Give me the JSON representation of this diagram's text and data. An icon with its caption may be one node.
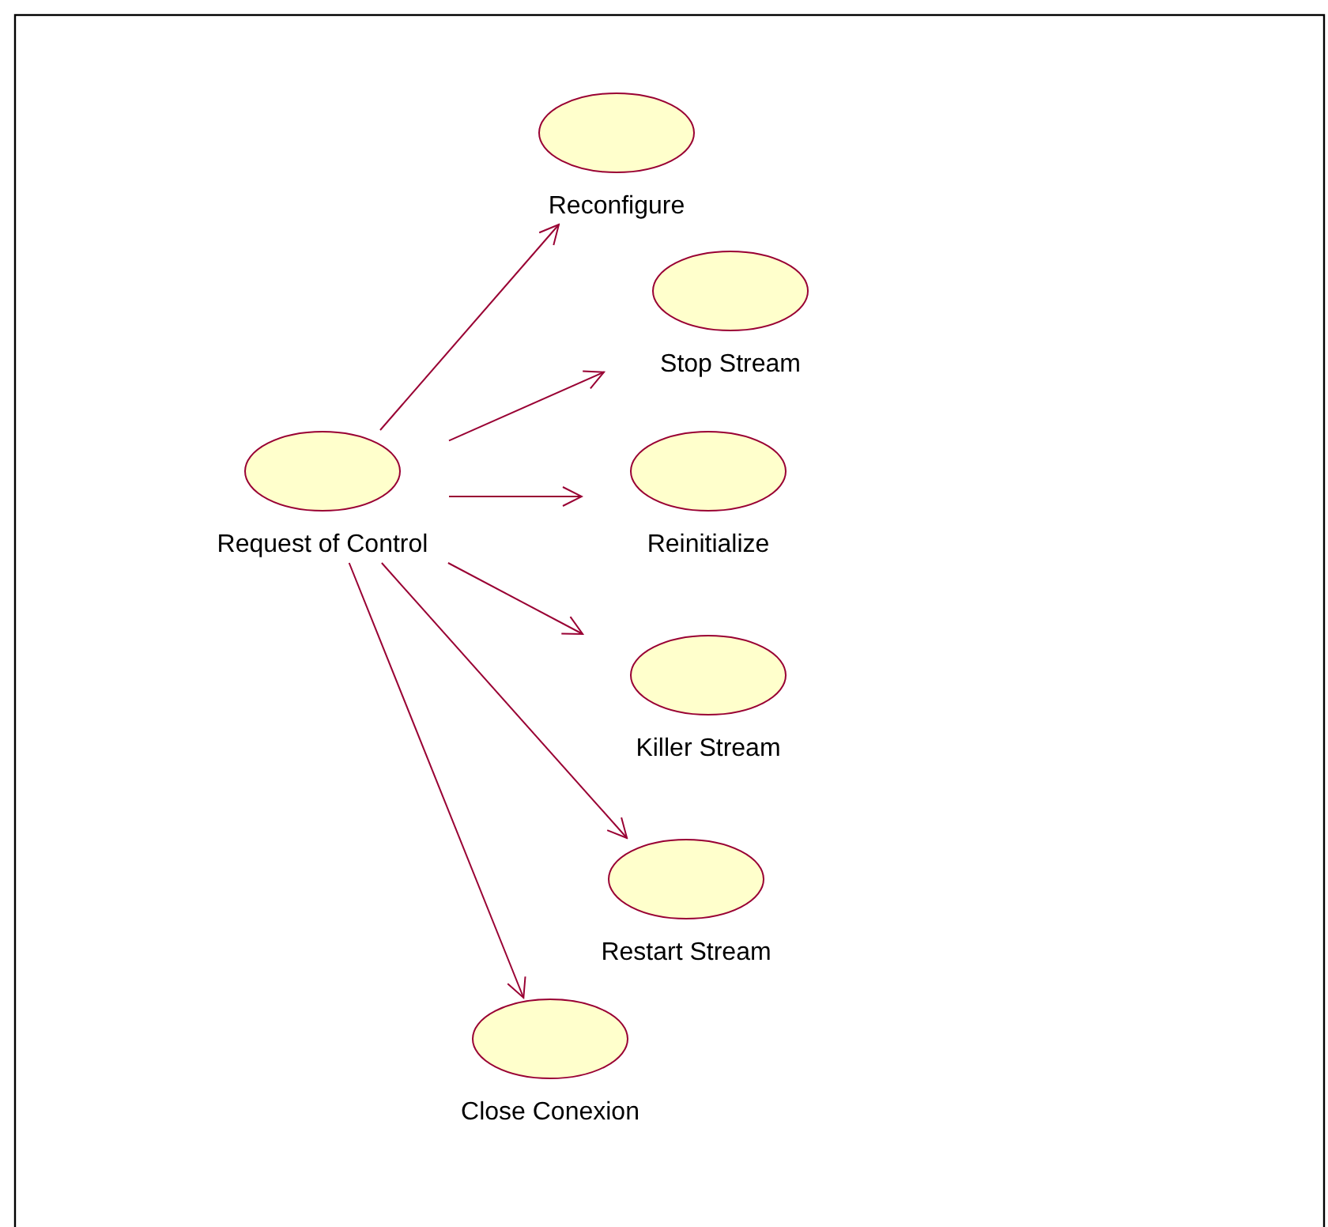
{
  "diagram": {
    "nodes": [
      {
        "text": [
          "Reconfigure"
        ]
      },
      {
        "text": [
          "Stop Stream"
        ]
      },
      {
        "text": [
          "Request of Control"
        ]
      },
      {
        "text": [
          "Reinitialize"
        ]
      },
      {
        "text": [
          "Killer Stream"
        ]
      },
      {
        "text": [
          "Restart Stream"
        ]
      },
      {
        "text": [
          "Close Conexion"
        ]
      }
    ],
    "edges": [
      {
        "from": 2,
        "to": 0,
        "arrow": "to"
      },
      {
        "from": 2,
        "to": 1,
        "arrow": "to"
      },
      {
        "from": 2,
        "to": 3,
        "arrow": "to"
      },
      {
        "from": 2,
        "to": 4,
        "arrow": "to"
      },
      {
        "from": 2,
        "to": 5,
        "arrow": "to"
      },
      {
        "from": 2,
        "to": 6,
        "arrow": "to"
      }
    ]
  }
}
